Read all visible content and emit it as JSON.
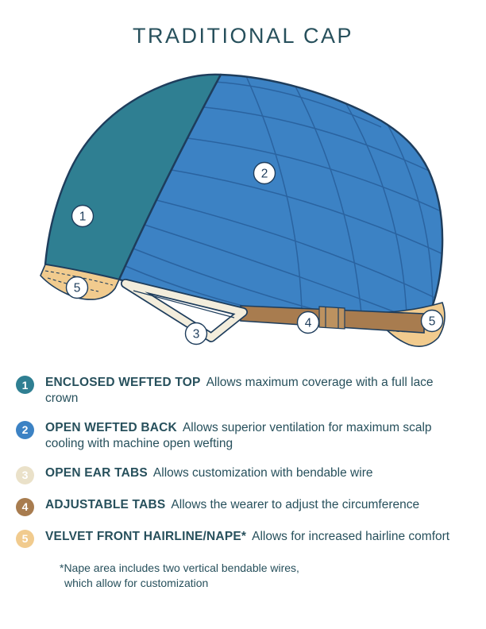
{
  "title": "TRADITIONAL CAP",
  "colors": {
    "teal": "#2F7F92",
    "blue": "#3C82C4",
    "blue_line": "#2A63A0",
    "outline": "#1E3D5C",
    "cream": "#F3EDDC",
    "cream_badge": "#EAE1C9",
    "tan": "#F1CB8E",
    "brown": "#A87C4F",
    "brown_light": "#BC9260",
    "text": "#27505C"
  },
  "callouts": [
    "1",
    "2",
    "3",
    "4",
    "5",
    "5"
  ],
  "legend": [
    {
      "num": "1",
      "term": "ENCLOSED WEFTED TOP",
      "desc": "Allows maximum coverage with a full lace crown"
    },
    {
      "num": "2",
      "term": "OPEN WEFTED BACK",
      "desc": "Allows superior ventilation for maximum scalp cooling with machine open wefting"
    },
    {
      "num": "3",
      "term": "OPEN EAR TABS",
      "desc": "Allows customization with bendable wire"
    },
    {
      "num": "4",
      "term": "ADJUSTABLE TABS",
      "desc": "Allows the wearer to adjust the circumference"
    },
    {
      "num": "5",
      "term": "VELVET FRONT HAIRLINE/NAPE*",
      "desc": "Allows for increased hairline comfort"
    }
  ],
  "footnote": {
    "line1": "*Nape area includes two vertical bendable wires,",
    "line2": "which allow for customization"
  }
}
